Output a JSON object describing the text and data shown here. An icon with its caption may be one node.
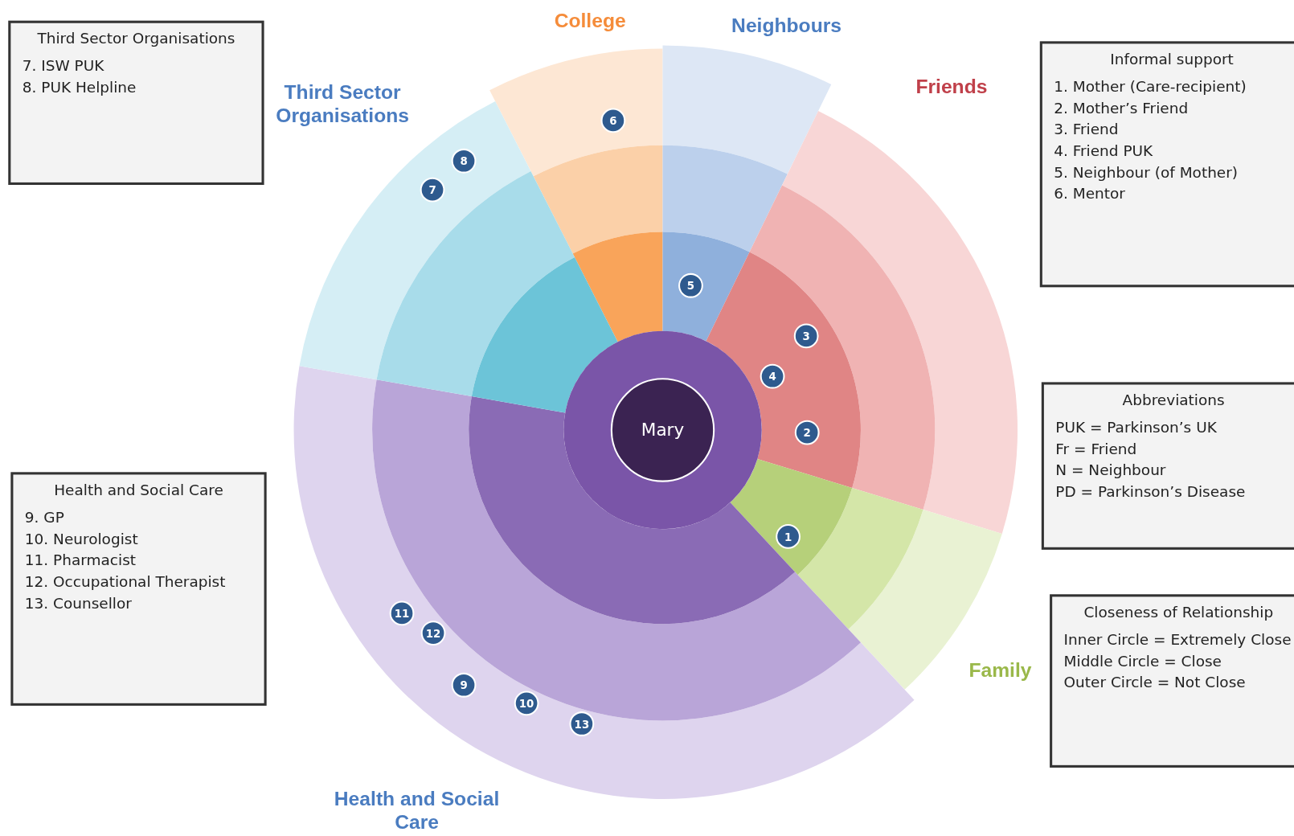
{
  "diagram": {
    "nodes": [
      {
        "text": [
          "Third Sector Organisations",
          "7. ISW PUK",
          "8. PUK Helpline"
        ]
      },
      {
        "text": [
          "Informal support",
          "1. Mother (Care-recipient)",
          "2. Mother’s Friend",
          "3. Friend",
          "4. Friend PUK",
          "5. Neighbour (of Mother)",
          "6. Mentor"
        ]
      },
      {
        "text": [
          "Mary"
        ]
      },
      {
        "text": [
          "1"
        ]
      },
      {
        "text": [
          "2"
        ]
      },
      {
        "text": [
          "3"
        ]
      },
      {
        "text": [
          "4"
        ]
      },
      {
        "text": [
          "5"
        ]
      },
      {
        "text": [
          "6"
        ]
      },
      {
        "text": [
          "7"
        ]
      },
      {
        "text": [
          "8"
        ]
      },
      {
        "text": [
          "9"
        ]
      },
      {
        "text": [
          "10"
        ]
      },
      {
        "text": [
          "11"
        ]
      },
      {
        "text": [
          "12"
        ]
      },
      {
        "text": [
          "13"
        ]
      },
      {
        "text": [
          "Abbreviations",
          "PUK = Parkinson’s UK",
          "Fr = Friend",
          "N = Neighbour",
          "PD = Parkinson’s Disease"
        ]
      },
      {
        "text": [
          "Health and Social Care",
          "9. GP",
          "10. Neurologist",
          "11. Pharmacist",
          "12. Occupational Therapist",
          "13. Counsellor"
        ]
      },
      {
        "text": [
          "Closeness of Relationship",
          "Inner Circle = Extremely Close",
          "Middle Circle = Close",
          "Outer Circle = Not  Close"
        ]
      }
    ],
    "labels": [
      "College",
      "Neighbours",
      "Friends",
      "Third Sector Organisations",
      "Family",
      "Health and Social Care"
    ]
  }
}
